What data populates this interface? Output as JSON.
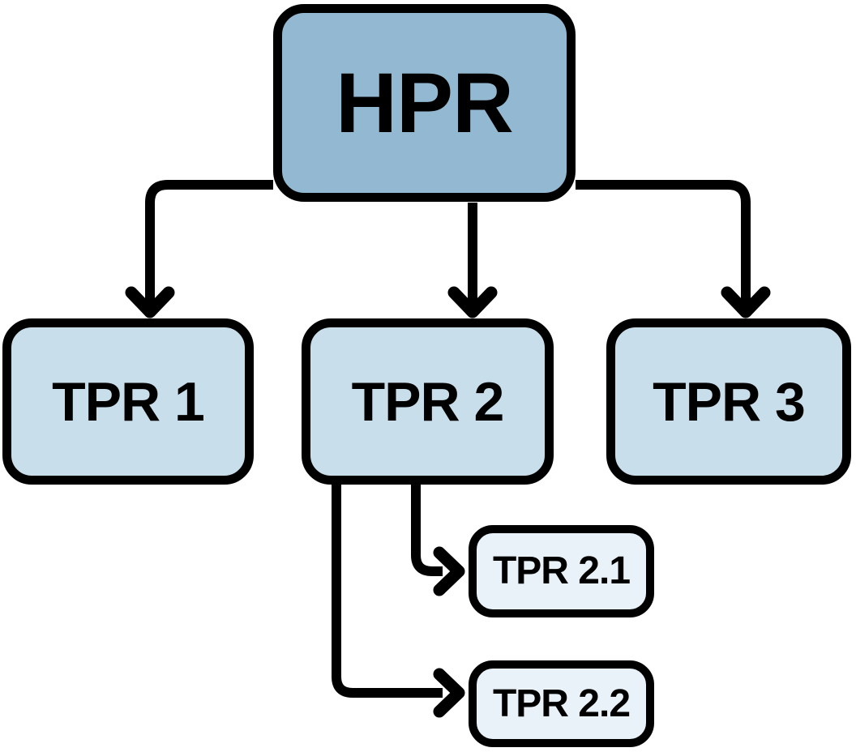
{
  "diagram": {
    "type": "hierarchy-flowchart",
    "background_color": "#ffffff",
    "line_color": "#000000",
    "text_color": "#000000",
    "nodes": [
      {
        "id": "hpr",
        "label": "HPR",
        "level": 0,
        "parent": null,
        "color": "#93b9d2"
      },
      {
        "id": "tpr1",
        "label": "TPR 1",
        "level": 1,
        "parent": "HPR",
        "color": "#c9deeb"
      },
      {
        "id": "tpr2",
        "label": "TPR 2",
        "level": 1,
        "parent": "HPR",
        "color": "#c9deeb"
      },
      {
        "id": "tpr3",
        "label": "TPR 3",
        "level": 1,
        "parent": "HPR",
        "color": "#c9deeb"
      },
      {
        "id": "tpr2_1",
        "label": "TPR 2.1",
        "level": 2,
        "parent": "TPR 2",
        "color": "#eaf2f9"
      },
      {
        "id": "tpr2_2",
        "label": "TPR 2.2",
        "level": 2,
        "parent": "TPR 2",
        "color": "#eaf2f9"
      }
    ],
    "edges": [
      {
        "from": "HPR",
        "to": "TPR 1",
        "style": "elbow-down-arrow"
      },
      {
        "from": "HPR",
        "to": "TPR 2",
        "style": "straight-down-arrow"
      },
      {
        "from": "HPR",
        "to": "TPR 3",
        "style": "elbow-down-arrow"
      },
      {
        "from": "TPR 2",
        "to": "TPR 2.1",
        "style": "elbow-right-arrow"
      },
      {
        "from": "TPR 2",
        "to": "TPR 2.2",
        "style": "elbow-right-arrow"
      }
    ]
  }
}
